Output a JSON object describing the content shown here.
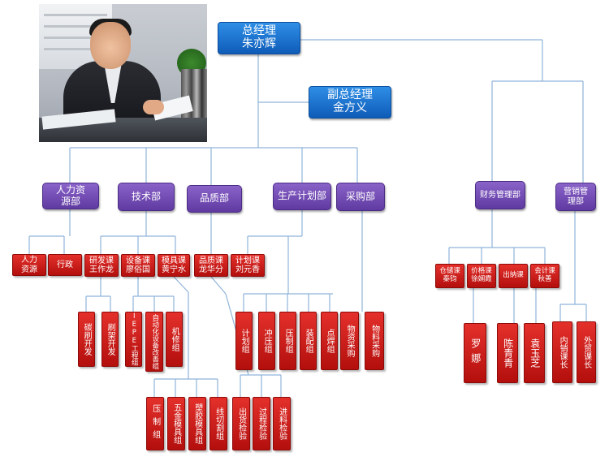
{
  "top": {
    "gm": {
      "title": "总经理",
      "name": "朱亦辉"
    },
    "dgm": {
      "title": "副总经理",
      "name": "金方义"
    }
  },
  "departments": {
    "hr": "人力资源部",
    "tech": "技术部",
    "qa": "品质部",
    "plan": "生产计划部",
    "purchase": "采购部",
    "finance": "财务管理部",
    "sales": "营销管理部"
  },
  "sections": {
    "hr_staff": "人力资源",
    "admin": "行政",
    "rnd": "研发课王作龙",
    "equip": "设备课廖俗国",
    "mold": "模具课黄宁水",
    "qa_sec": "品质课龙华分",
    "plan_sec": "计划课刘元香",
    "warehouse": "仓储课秦钧",
    "pricing": "价格课徐娴霞",
    "cashier": "出纳课",
    "accounting": "会计课秋善"
  },
  "groups": {
    "brush_carbon": "碳刷开发",
    "brush_frame": "刷架开发",
    "iepe": "IEPE工程组",
    "automation": "自动化设备改善组",
    "repair": "机修组",
    "press_mold": "压制组",
    "hardware_mold": "五金模具组",
    "plastic_mold": "塑胶模具组",
    "wire_cut": "线切割组",
    "outgoing": "出货检验",
    "process": "过程检验",
    "incoming": "进料检验",
    "plan_group": "计划组",
    "stamping": "冲压组",
    "pressing": "压制组",
    "assembly": "装配组",
    "welding": "点焊组",
    "materials_buy": "物资采购",
    "materials_mat": "物料采购",
    "luo": "罗娜",
    "chen": "陈青青",
    "yuan": "袁玉芝",
    "domestic": "内销课长",
    "export": "外贸课长"
  }
}
